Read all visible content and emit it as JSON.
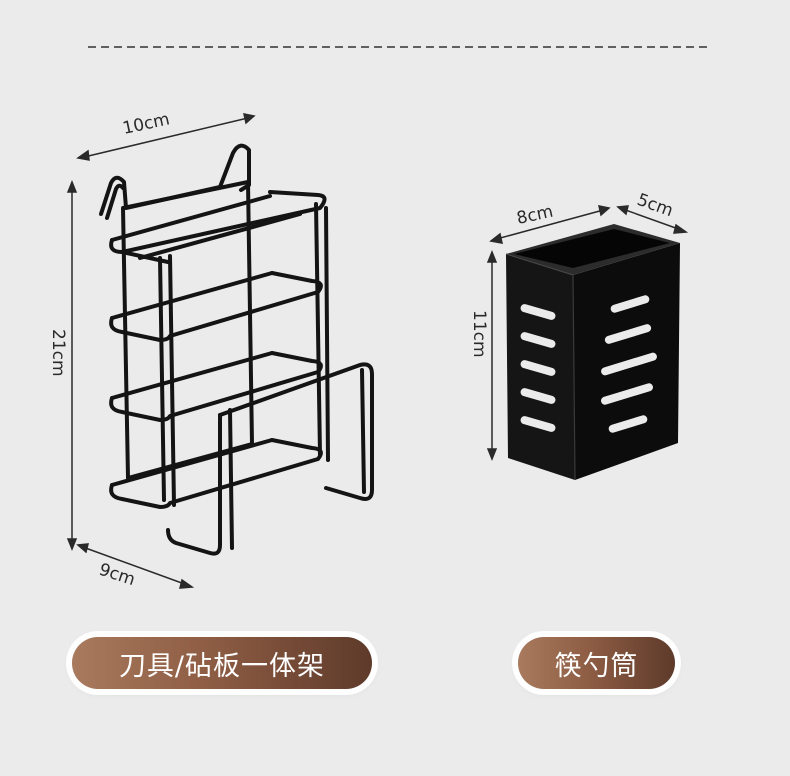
{
  "rack": {
    "width_label": "10cm",
    "height_label": "21cm",
    "depth_label": "9cm",
    "caption": "刀具/砧板一体架"
  },
  "holder": {
    "width_label": "8cm",
    "depth_label": "5cm",
    "height_label": "11cm",
    "caption": "筷勺筒"
  },
  "colors": {
    "background": "#ebebeb",
    "metal": "#141414",
    "pill_light": "#a97a5e",
    "pill_dark": "#5e3a2a"
  }
}
